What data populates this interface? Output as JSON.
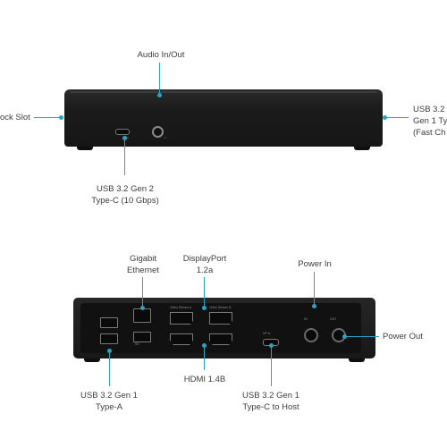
{
  "top": {
    "audio": "Audio In/Out",
    "lock_slot": "ock Slot",
    "usb_right": [
      "USB 3.2",
      "Gen 1 Ty",
      "(Fast Ch"
    ],
    "usbc_front": [
      "USB 3.2 Gen 2",
      "Type-C (10 Gbps)"
    ]
  },
  "bottom": {
    "gigabit": [
      "Gigabit",
      "Ethernet"
    ],
    "displayport": [
      "DisplayPort",
      "1.2a"
    ],
    "power_in": "Power In",
    "power_out": "Power Out",
    "hdmi": "HDMI 1.4B",
    "usba": [
      "USB 3.2 Gen 1",
      "Type-A"
    ],
    "usbc_host": [
      "USB 3.2 Gen 1",
      "Type-C to Host"
    ]
  },
  "colors": {
    "callout": "#2aa3c9",
    "device": "#1c1c1c"
  }
}
